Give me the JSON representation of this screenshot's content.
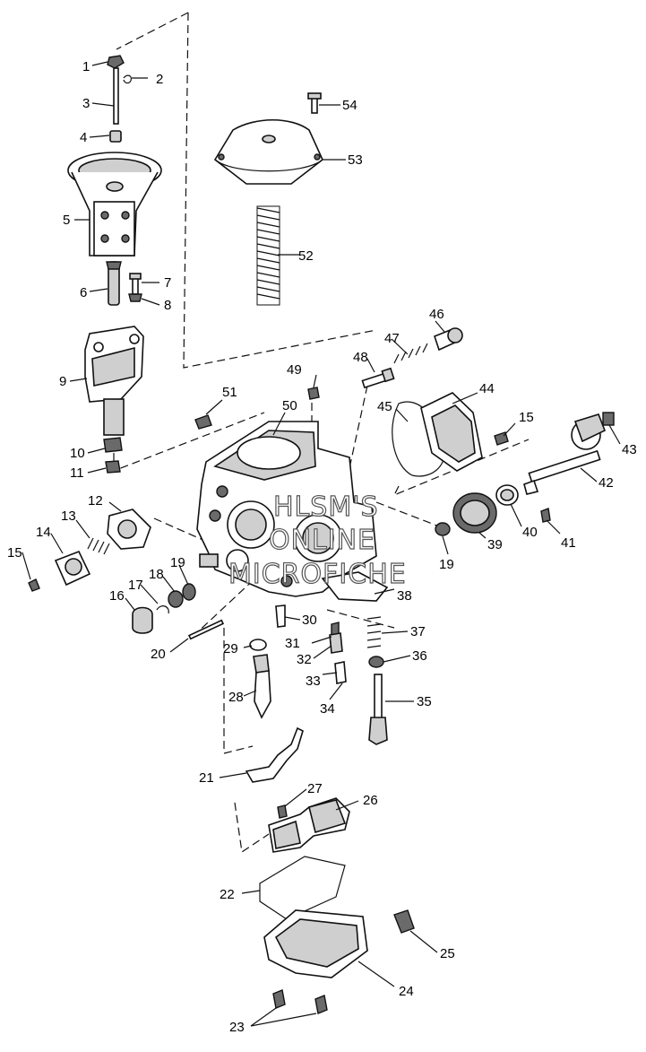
{
  "labels": {
    "c1": "1",
    "c2": "2",
    "c3": "3",
    "c4": "4",
    "c5": "5",
    "c6": "6",
    "c7": "7",
    "c8": "8",
    "c9": "9",
    "c10": "10",
    "c11": "11",
    "c12": "12",
    "c13": "13",
    "c14": "14",
    "c15a": "15",
    "c15b": "15",
    "c16": "16",
    "c17": "17",
    "c18": "18",
    "c19a": "19",
    "c19b": "19",
    "c20": "20",
    "c21": "21",
    "c22": "22",
    "c23": "23",
    "c24": "24",
    "c25": "25",
    "c26": "26",
    "c27": "27",
    "c28": "28",
    "c29": "29",
    "c30": "30",
    "c31": "31",
    "c32": "32",
    "c33": "33",
    "c34": "34",
    "c35": "35",
    "c36": "36",
    "c37": "37",
    "c38": "38",
    "c39": "39",
    "c40": "40",
    "c41": "41",
    "c42": "42",
    "c43": "43",
    "c44": "44",
    "c45": "45",
    "c46": "46",
    "c47": "47",
    "c48": "48",
    "c49": "49",
    "c50": "50",
    "c51": "51",
    "c52": "52",
    "c53": "53",
    "c54": "54"
  },
  "watermark": {
    "line1": "HLSM'S",
    "line2": "ONLINE",
    "line3": "MICROFICHE"
  }
}
